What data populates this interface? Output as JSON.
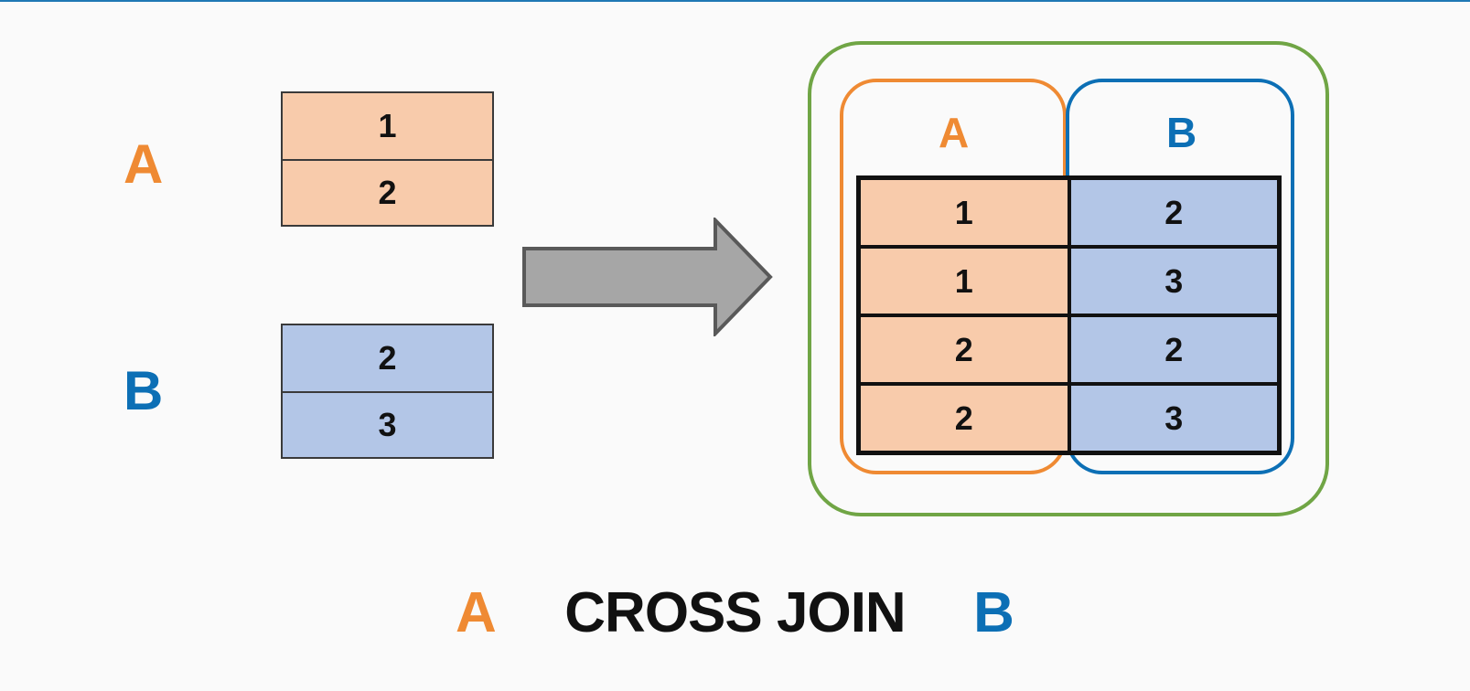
{
  "source": {
    "a_label": "A",
    "b_label": "B",
    "a_values": [
      "1",
      "2"
    ],
    "b_values": [
      "2",
      "3"
    ]
  },
  "result": {
    "a_header": "A",
    "b_header": "B",
    "rows": [
      {
        "a": "1",
        "b": "2"
      },
      {
        "a": "1",
        "b": "3"
      },
      {
        "a": "2",
        "b": "2"
      },
      {
        "a": "2",
        "b": "3"
      }
    ]
  },
  "caption": {
    "left": "A",
    "middle": "CROSS JOIN",
    "right": "B"
  },
  "colors": {
    "a_accent": "#ef8a33",
    "b_accent": "#0c6fb5",
    "group_border": "#70a545",
    "a_fill": "#f8cbab",
    "b_fill": "#b3c6e7",
    "arrow_fill": "#a6a6a6"
  }
}
